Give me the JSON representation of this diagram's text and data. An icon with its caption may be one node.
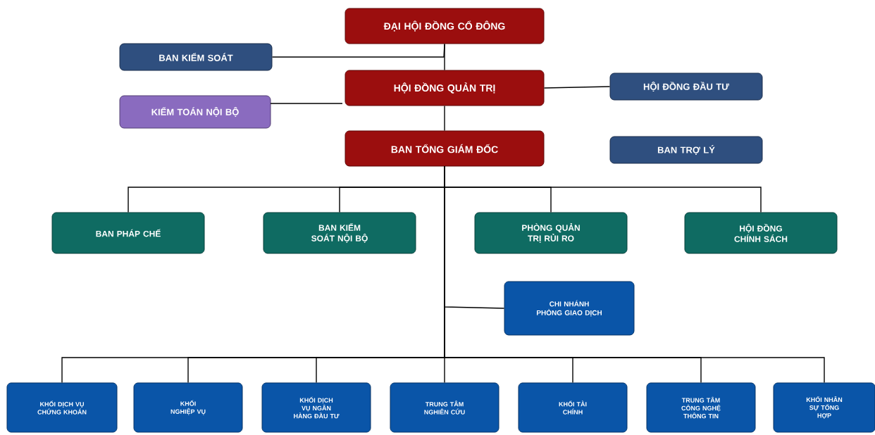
{
  "diagram": {
    "nodes": [
      {
        "text": [
          "ĐẠI HỘI ĐỒNG CỔ ĐÔNG"
        ]
      },
      {
        "text": [
          "BAN KIỂM SOÁT"
        ]
      },
      {
        "text": [
          "HỘI ĐỒNG QUẢN TRỊ"
        ]
      },
      {
        "text": [
          "KIỂM TOÁN NỘI BỘ"
        ]
      },
      {
        "text": [
          "HỘI ĐỒNG ĐẦU TƯ"
        ]
      },
      {
        "text": [
          "BAN TỔNG GIÁM ĐỐC"
        ]
      },
      {
        "text": [
          "BAN TRỢ LÝ"
        ]
      },
      {
        "text": [
          "BAN PHÁP CHẾ"
        ]
      },
      {
        "text": [
          "BAN KIỂM SOÁT NỘI BỘ"
        ]
      },
      {
        "text": [
          "PHÒNG QUẢN TRỊ RỦI RO"
        ]
      },
      {
        "text": [
          "HỘI ĐỒNG CHÍNH SÁCH"
        ]
      },
      {
        "text": [
          "CHI NHÁNH PHÒNG GIAO DỊCH"
        ]
      },
      {
        "text": [
          "KHỐI DỊCH VỤ CHỨNG KHOÁN"
        ]
      },
      {
        "text": [
          "KHỐI NGHIỆP VỤ"
        ]
      },
      {
        "text": [
          "KHỐI DỊCH VỤ NGÂN HÀNG ĐẦU TƯ"
        ]
      },
      {
        "text": [
          "TRUNG TÂM NGHIÊN CỨU"
        ]
      },
      {
        "text": [
          "KHỐI TÀI CHÍNH"
        ]
      },
      {
        "text": [
          "TRUNG TÂM CÔNG NGHỆ THÔNG TIN"
        ]
      },
      {
        "text": [
          "KHỐI NHÂN SỰ TỔNG HỢP"
        ]
      }
    ],
    "edges": [
      {
        "from": 0,
        "to": 2,
        "arrow": "none"
      },
      {
        "from": 0,
        "to": 1,
        "arrow": "none"
      },
      {
        "from": 2,
        "to": 3,
        "arrow": "none"
      },
      {
        "from": 2,
        "to": 4,
        "arrow": "none"
      },
      {
        "from": 2,
        "to": 5,
        "arrow": "none"
      },
      {
        "from": 5,
        "to": 7,
        "arrow": "none"
      },
      {
        "from": 5,
        "to": 8,
        "arrow": "none"
      },
      {
        "from": 5,
        "to": 9,
        "arrow": "none"
      },
      {
        "from": 5,
        "to": 10,
        "arrow": "none"
      },
      {
        "from": 5,
        "to": 11,
        "arrow": "none"
      },
      {
        "from": 5,
        "to": 12,
        "arrow": "none"
      },
      {
        "from": 5,
        "to": 13,
        "arrow": "none"
      },
      {
        "from": 5,
        "to": 14,
        "arrow": "none"
      },
      {
        "from": 5,
        "to": 15,
        "arrow": "none"
      },
      {
        "from": 5,
        "to": 16,
        "arrow": "none"
      },
      {
        "from": 5,
        "to": 17,
        "arrow": "none"
      },
      {
        "from": 5,
        "to": 18,
        "arrow": "none"
      }
    ]
  }
}
